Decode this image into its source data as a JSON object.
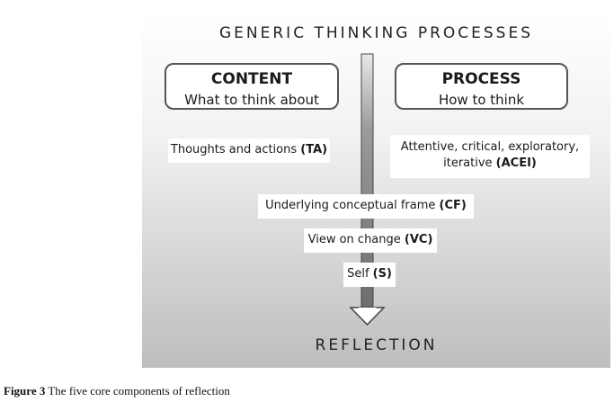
{
  "diagram": {
    "title": "GENERIC THINKING PROCESSES",
    "bottom_label": "REFLECTION",
    "content_box": {
      "heading": "CONTENT",
      "subheading": "What to think about"
    },
    "process_box": {
      "heading": "PROCESS",
      "subheading": "How to think"
    },
    "components": {
      "ta": {
        "text": "Thoughts and actions ",
        "abbr": "(TA)"
      },
      "acei": {
        "line1": "Attentive, critical, exploratory,",
        "line2": "iterative ",
        "abbr": "(ACEI)"
      },
      "cf": {
        "text": "Underlying conceptual frame ",
        "abbr": "(CF)"
      },
      "vc": {
        "text": "View on change ",
        "abbr": "(VC)"
      },
      "s": {
        "text": "Self ",
        "abbr": "(S)"
      }
    }
  },
  "caption": {
    "label": "Figure 3",
    "text": " The five core components of reflection"
  }
}
